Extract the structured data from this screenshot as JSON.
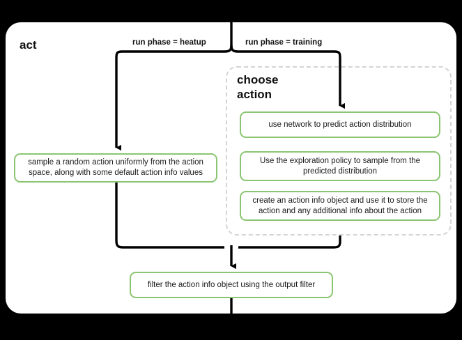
{
  "diagram": {
    "type": "flowchart",
    "background_color": "#000000",
    "card_color": "#ffffff",
    "accent_color": "#8cc571",
    "group_border_color": "#d4d4d4",
    "connector_color": "#000000"
  },
  "act_section": {
    "title": "act"
  },
  "choose_section": {
    "title": "choose\naction"
  },
  "edge_labels": {
    "heatup": "run phase = heatup",
    "training": "run phase = training"
  },
  "boxes": {
    "sample_random_action": "sample a random action uniformly from the action space, along with some default action info values",
    "use_network": "use network to predict action distribution",
    "exploration_policy": "Use the exploration policy to sample from the predicted distribution",
    "create_action_info": "create an action info object and use it to store the action and any additional info about the action",
    "filter_action_info": "filter the action info object using the output filter"
  }
}
